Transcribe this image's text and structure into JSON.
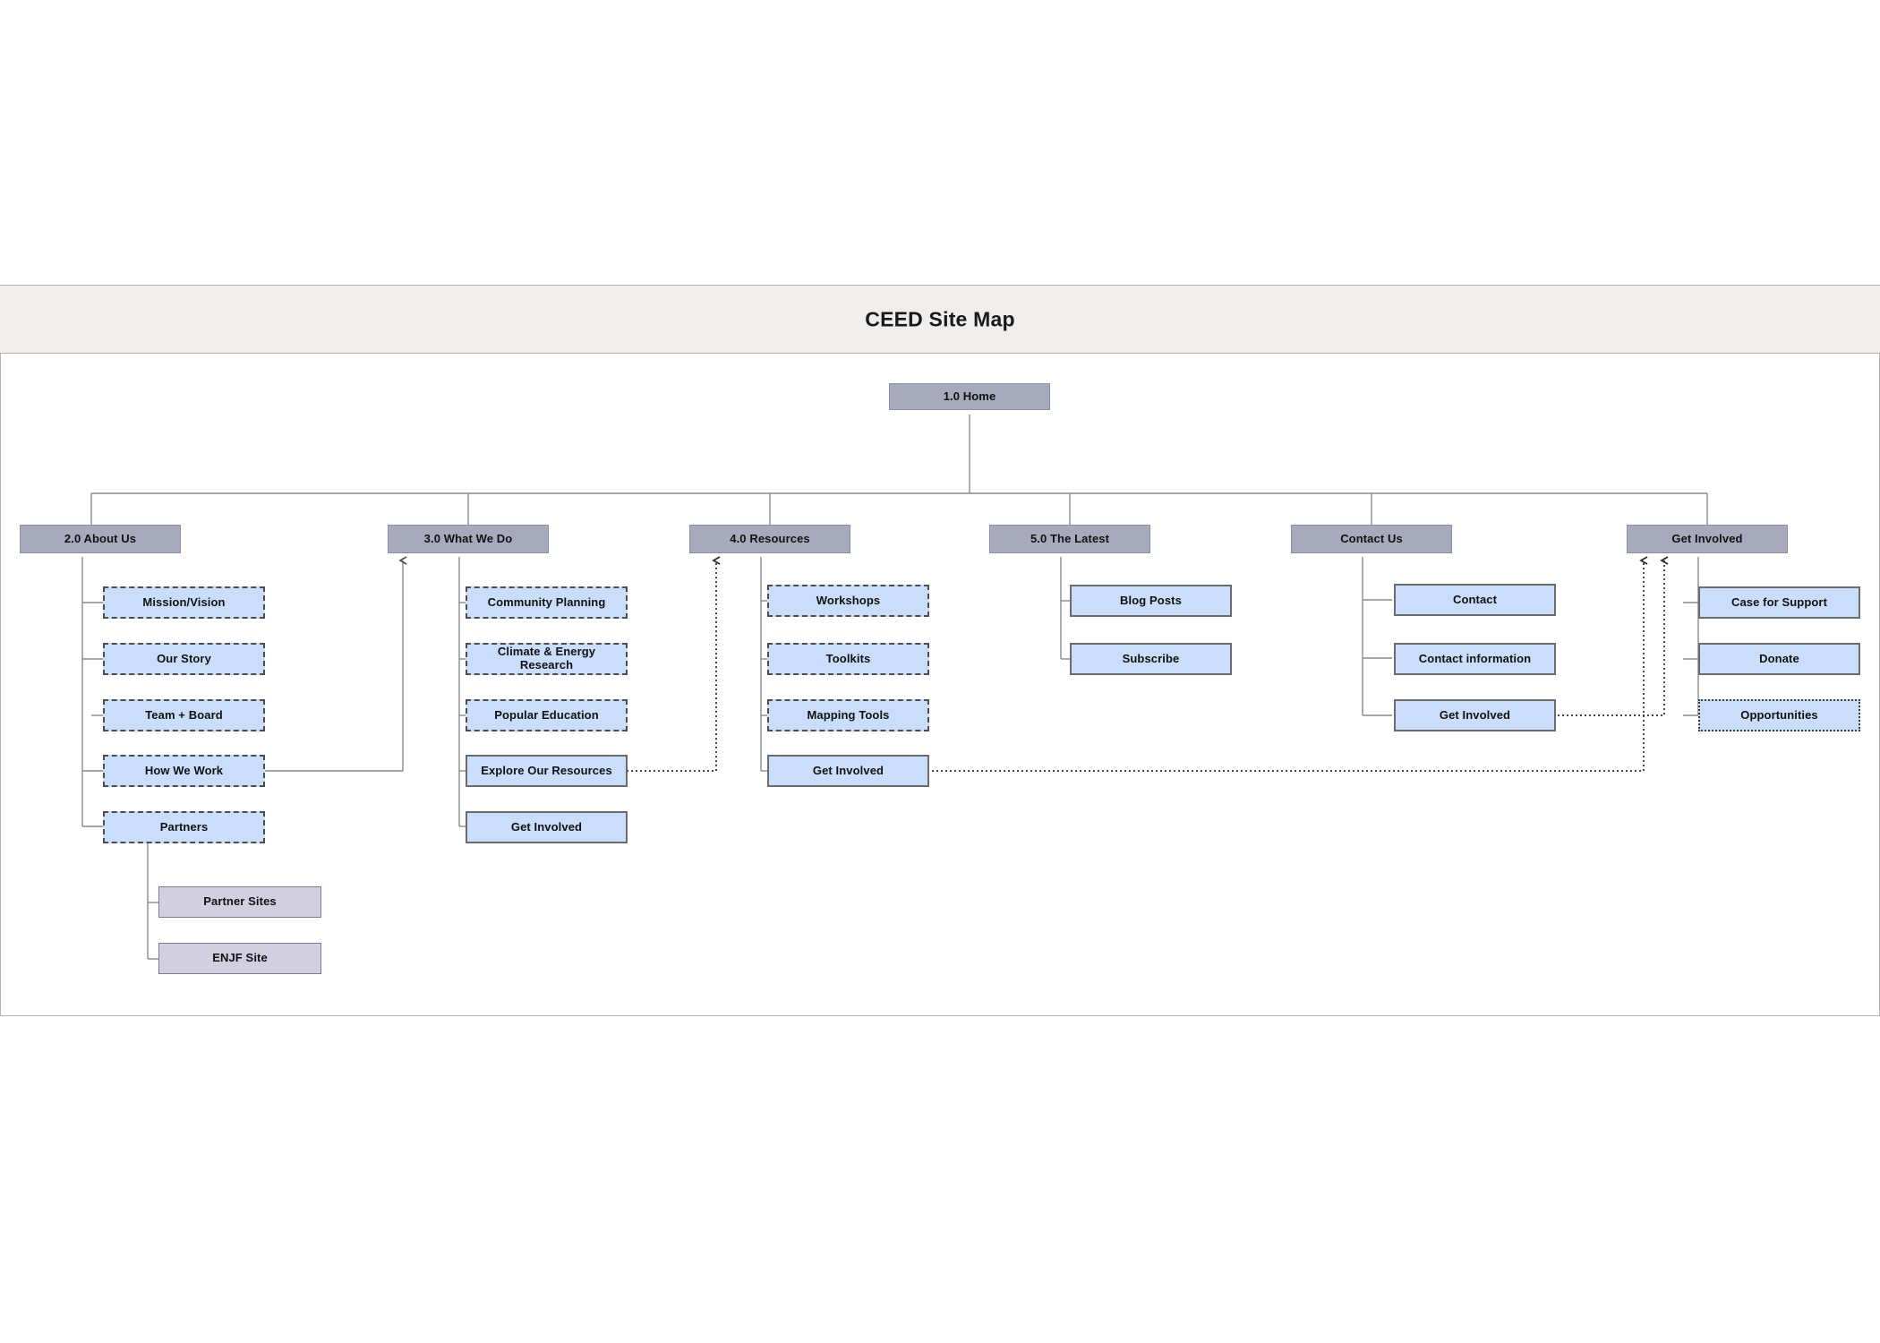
{
  "diagram": {
    "title": "CEED Site Map",
    "type": "site-map",
    "colors": {
      "title_band_bg": "#efeeec",
      "section_node_bg": "#a7a9bd",
      "leaf_node_bg": "#cadefc",
      "external_node_bg": "#d2cfe0",
      "connector": "#808080"
    },
    "root": {
      "id": "home",
      "label": "1.0 Home"
    },
    "sections": [
      {
        "id": "about-us",
        "label": "2.0 About Us",
        "children": [
          {
            "id": "mission-vision",
            "label": "Mission/Vision",
            "style": "dashed"
          },
          {
            "id": "our-story",
            "label": "Our Story",
            "style": "dashed"
          },
          {
            "id": "team-board",
            "label": "Team + Board",
            "style": "dashed"
          },
          {
            "id": "how-we-work",
            "label": "How We Work",
            "style": "dashed"
          },
          {
            "id": "partners",
            "label": "Partners",
            "style": "dashed",
            "children": [
              {
                "id": "partner-sites",
                "label": "Partner Sites",
                "style": "external"
              },
              {
                "id": "enjf-site",
                "label": "ENJF Site",
                "style": "external"
              }
            ]
          }
        ]
      },
      {
        "id": "what-we-do",
        "label": "3.0 What We Do",
        "children": [
          {
            "id": "community-planning",
            "label": "Community Planning",
            "style": "dashed"
          },
          {
            "id": "climate-energy-research",
            "label": "Climate & Energy Research",
            "style": "dashed"
          },
          {
            "id": "popular-education",
            "label": "Popular Education",
            "style": "dashed"
          },
          {
            "id": "explore-our-resources",
            "label": "Explore Our Resources",
            "style": "solid"
          },
          {
            "id": "wwd-get-involved",
            "label": "Get Involved",
            "style": "solid"
          }
        ]
      },
      {
        "id": "resources",
        "label": "4.0 Resources",
        "children": [
          {
            "id": "workshops",
            "label": "Workshops",
            "style": "dashed"
          },
          {
            "id": "toolkits",
            "label": "Toolkits",
            "style": "dashed"
          },
          {
            "id": "mapping-tools",
            "label": "Mapping Tools",
            "style": "dashed"
          },
          {
            "id": "res-get-involved",
            "label": "Get Involved",
            "style": "solid"
          }
        ]
      },
      {
        "id": "the-latest",
        "label": "5.0 The Latest",
        "children": [
          {
            "id": "blog-posts",
            "label": "Blog Posts",
            "style": "solid"
          },
          {
            "id": "subscribe",
            "label": "Subscribe",
            "style": "solid"
          }
        ]
      },
      {
        "id": "contact-us",
        "label": "Contact Us",
        "children": [
          {
            "id": "contact",
            "label": "Contact",
            "style": "solid"
          },
          {
            "id": "contact-information",
            "label": "Contact information",
            "style": "solid"
          },
          {
            "id": "contact-get-involved",
            "label": "Get Involved",
            "style": "solid"
          }
        ]
      },
      {
        "id": "get-involved",
        "label": "Get Involved",
        "children": [
          {
            "id": "case-for-support",
            "label": "Case for Support",
            "style": "solid"
          },
          {
            "id": "donate",
            "label": "Donate",
            "style": "solid"
          },
          {
            "id": "opportunities",
            "label": "Opportunities",
            "style": "dotted"
          }
        ]
      }
    ],
    "cross_links": [
      {
        "from": "how-we-work",
        "to": "what-we-do",
        "style": "solid-arrow"
      },
      {
        "from": "explore-our-resources",
        "to": "resources",
        "style": "dotted-arrow"
      },
      {
        "from": "res-get-involved",
        "to": "get-involved",
        "style": "dotted-arrow"
      },
      {
        "from": "contact-get-involved",
        "to": "get-involved",
        "style": "dotted-arrow"
      }
    ]
  }
}
